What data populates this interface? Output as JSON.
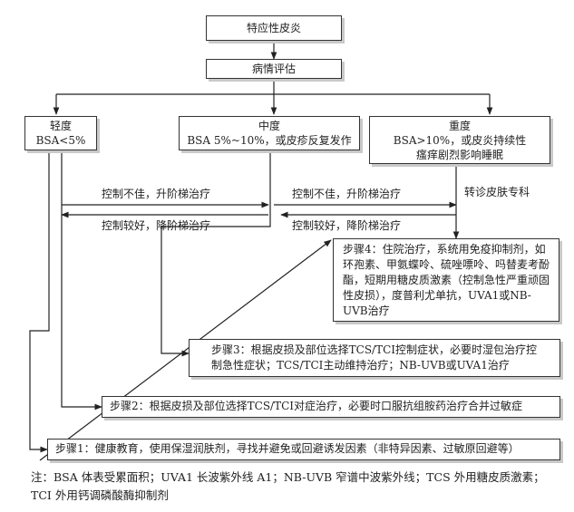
{
  "nodes": {
    "root": "特应性皮炎",
    "assess": "病情评估",
    "mild_title": "轻度",
    "mild_sub": "BSA<5%",
    "moderate_title": "中度",
    "moderate_sub": "BSA 5%~10%，或皮疹反复发作",
    "severe_title": "重度",
    "severe_sub": "BSA>10%，或皮炎持续性瘙痒剧烈影响睡眠"
  },
  "edges": {
    "escalate_1": "控制不佳，升阶梯治疗",
    "escalate_2": "控制不佳，升阶梯治疗",
    "deescalate_1": "控制较好，降阶梯治疗",
    "deescalate_2": "控制较好，降阶梯治疗",
    "referral": "转诊皮肤专科"
  },
  "steps": {
    "step4": "步骤4：住院治疗，系统用免疫抑制剂，如环孢素、甲氨蝶呤、硫唑嘌呤、吗替麦考酚酯，短期用糖皮质激素（控制急性严重顽固性皮损），度普利尤单抗，UVA1或NB-UVB治疗",
    "step3": "步骤3：根据皮损及部位选择TCS/TCI控制症状，必要时湿包治疗控制急性症状；TCS/TCI主动维持治疗；NB-UVB或UVA1治疗",
    "step2": "步骤2：根据皮损及部位选择TCS/TCI对症治疗，必要时口服抗组胺药治疗合并过敏症",
    "step1": "步骤1：健康教育，使用保湿润肤剂，寻找并避免或回避诱发因素（非特异因素、过敏原回避等）"
  },
  "note": "注：BSA 体表受累面积；UVA1 长波紫外线 A1；NB-UVB 窄谱中波紫外线；TCS 外用糖皮质激素；TCI 外用钙调磷酸酶抑制剂",
  "colors": {
    "line": "#222222",
    "border": "#333333",
    "shadow": "#c9c9c9"
  }
}
